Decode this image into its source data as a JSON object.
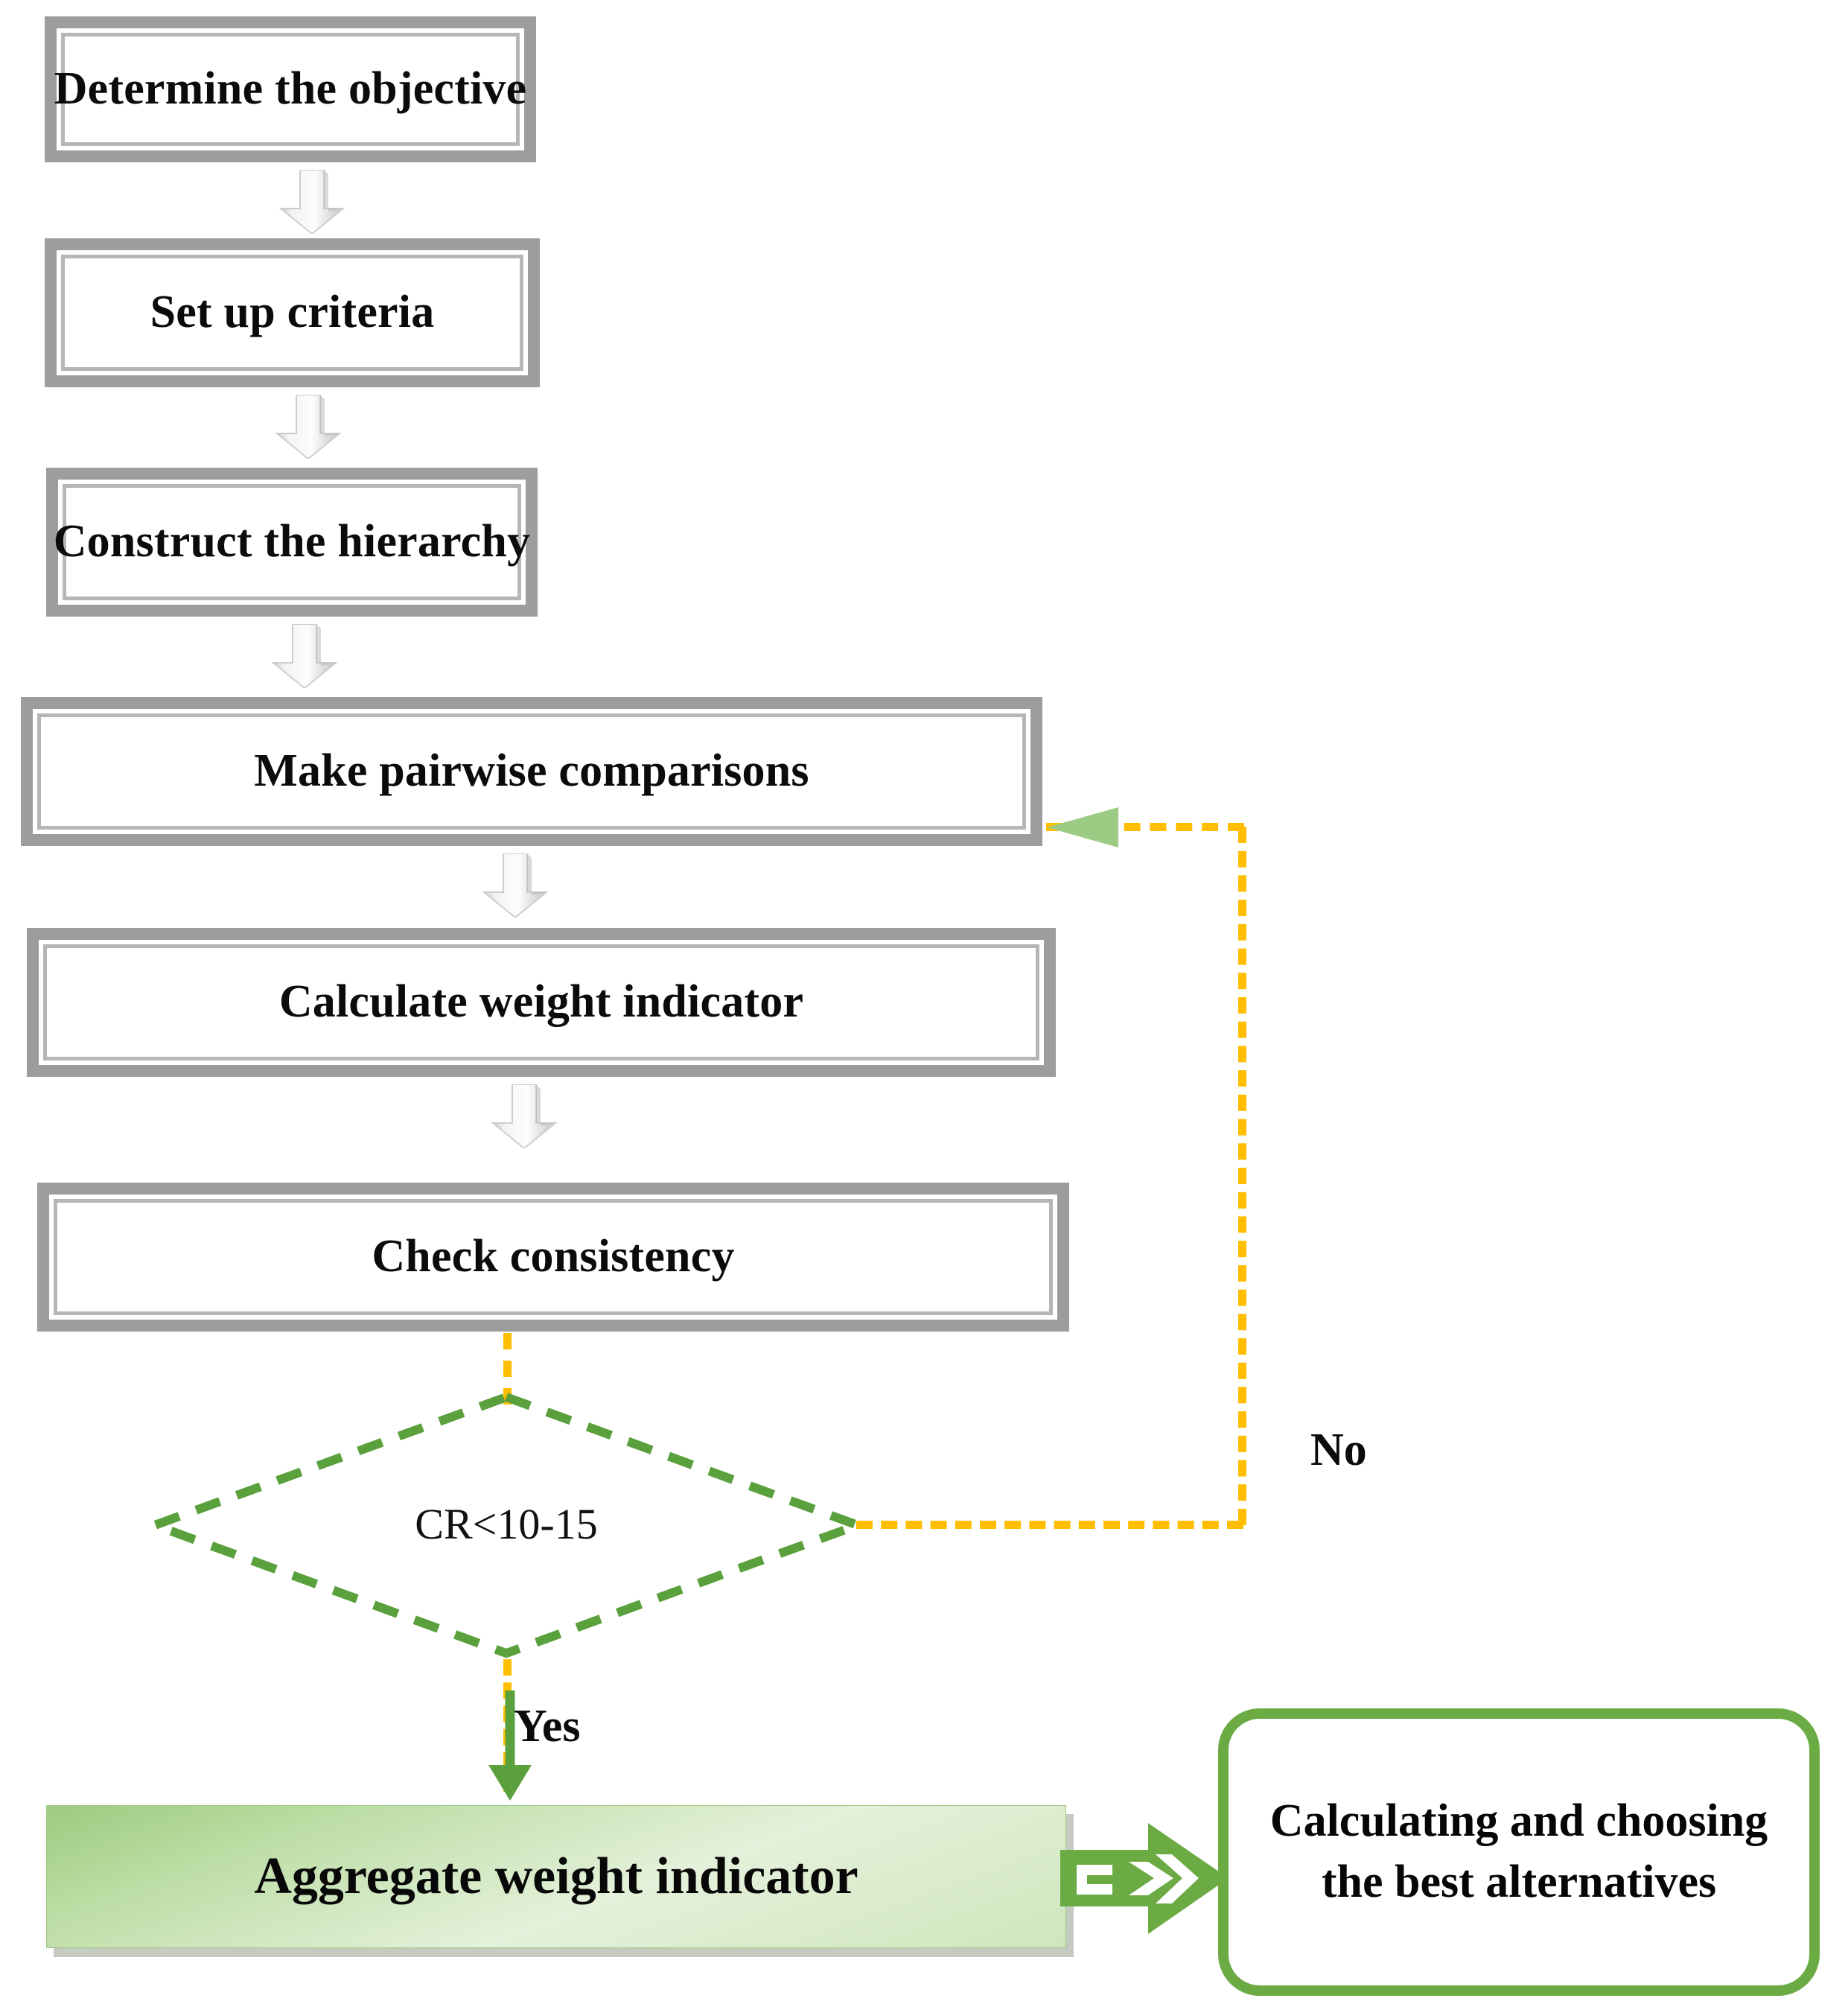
{
  "diagram": {
    "title": "AHP methodology flowchart",
    "colors": {
      "box_border": "#9d9d9d",
      "box_inner_border": "#b6b6b6",
      "decision_green": "#5aa03c",
      "connector_orange": "#ffbf00",
      "accent_green": "#6cab44",
      "bar_green_dark": "#9ccb7f",
      "bar_green_light": "#e4f1da",
      "text": "#0b0b0b"
    },
    "process_steps": [
      {
        "id": "objective",
        "label": "Determine the objective"
      },
      {
        "id": "criteria",
        "label": "Set up criteria"
      },
      {
        "id": "hierarchy",
        "label": "Construct the hierarchy"
      },
      {
        "id": "pairwise",
        "label": "Make pairwise comparisons"
      },
      {
        "id": "weights",
        "label": "Calculate weight indicator"
      },
      {
        "id": "consistency",
        "label": "Check consistency"
      }
    ],
    "decision": {
      "id": "cr-check",
      "label": "CR<10-15",
      "yes_label": "Yes",
      "no_label": "No"
    },
    "aggregate": {
      "id": "aggregate",
      "label": "Aggregate weight indicator"
    },
    "terminator": {
      "id": "best-alternatives",
      "label": "Calculating and choosing the best alternatives"
    },
    "icons": {
      "down_arrow": "down-block-arrow-icon",
      "loop_arrow": "left-arrowhead-icon",
      "yes_arrow": "down-arrow-icon",
      "striped_arrow": "striped-right-arrow-icon"
    }
  }
}
